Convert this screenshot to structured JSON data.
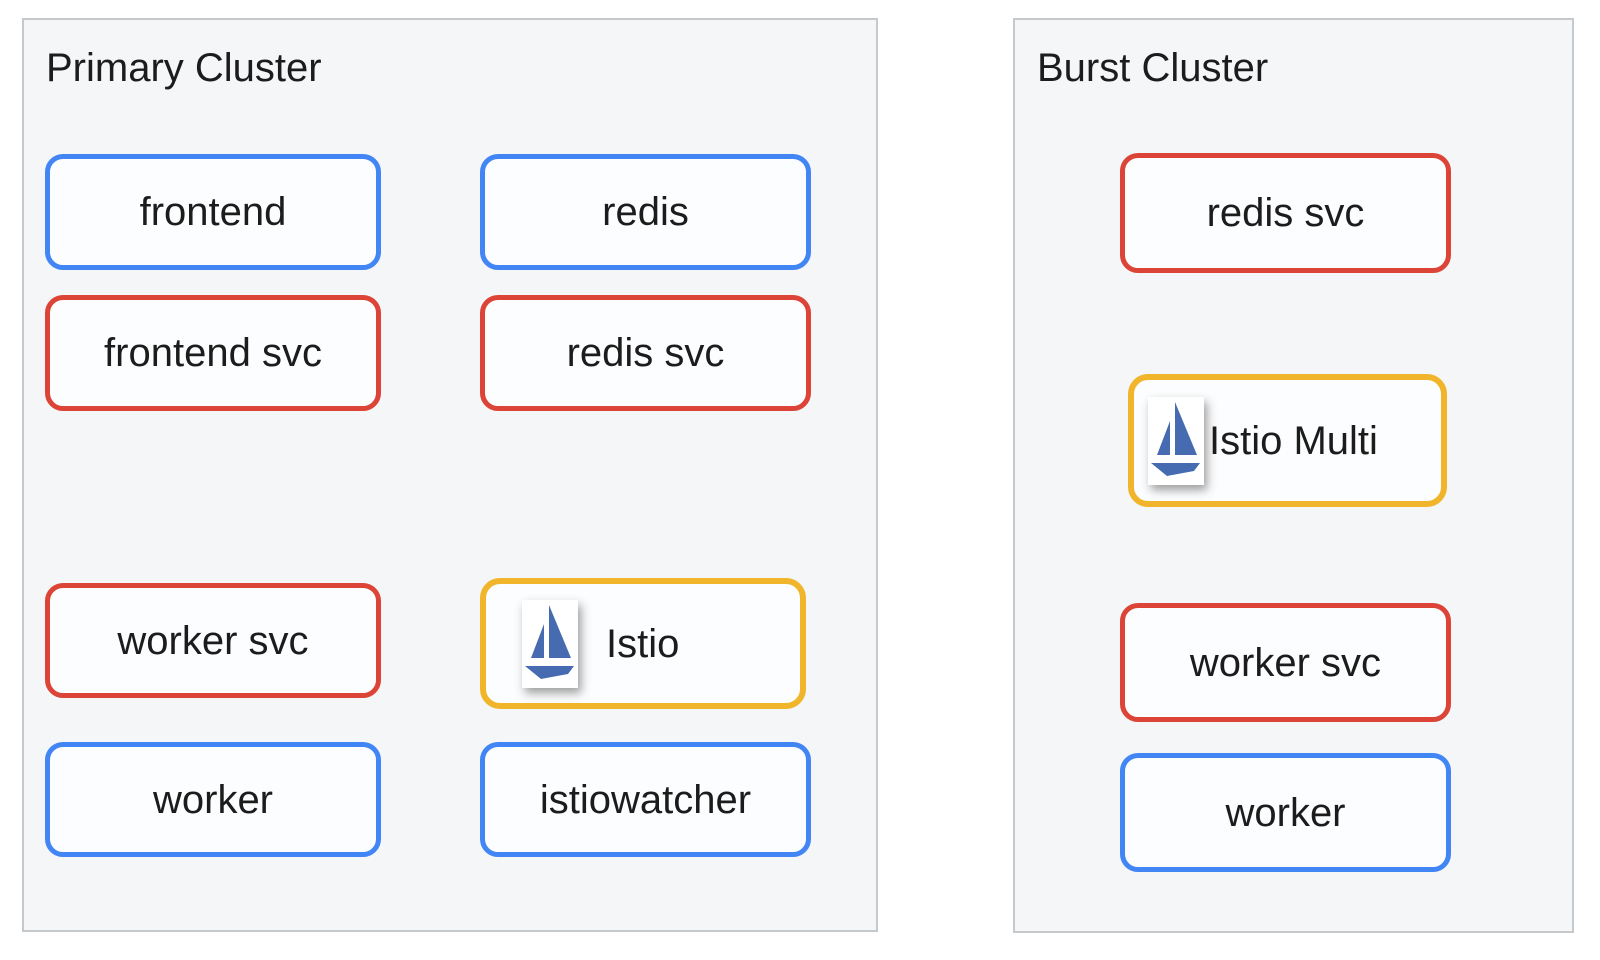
{
  "diagram": {
    "colors": {
      "cluster_bg": "#f4f6f8",
      "cluster_border": "#c6c9cc",
      "node_bg": "#fcfdfe",
      "text": "#1c1c1c",
      "deployment_border": "#4285f4",
      "service_border": "#db4437",
      "istio_border": "#f1b52b",
      "istio_logo": "#466bb0"
    },
    "clusters": [
      {
        "title": "Primary Cluster",
        "nodes": [
          {
            "label": "frontend",
            "kind": "deployment"
          },
          {
            "label": "redis",
            "kind": "deployment"
          },
          {
            "label": "frontend svc",
            "kind": "service"
          },
          {
            "label": "redis svc",
            "kind": "service"
          },
          {
            "label": "worker svc",
            "kind": "service"
          },
          {
            "label": "Istio",
            "kind": "istio",
            "icon": "istio-sailboat-icon"
          },
          {
            "label": "worker",
            "kind": "deployment"
          },
          {
            "label": "istiowatcher",
            "kind": "deployment"
          }
        ]
      },
      {
        "title": "Burst Cluster",
        "nodes": [
          {
            "label": "redis svc",
            "kind": "service"
          },
          {
            "label": "Istio Multi",
            "kind": "istio",
            "icon": "istio-sailboat-icon"
          },
          {
            "label": "worker svc",
            "kind": "service"
          },
          {
            "label": "worker",
            "kind": "deployment"
          }
        ]
      }
    ]
  }
}
